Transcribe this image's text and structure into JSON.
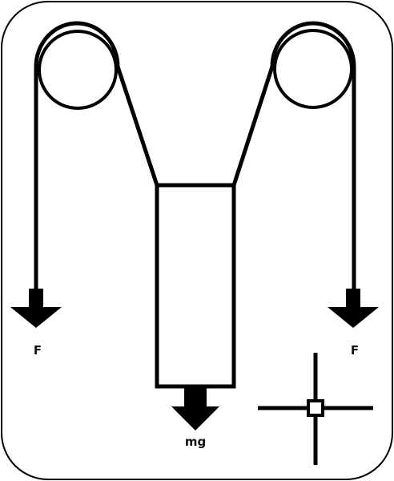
{
  "labels": {
    "left_force": "F",
    "right_force": "F",
    "weight": "mg"
  },
  "colors": {
    "stroke": "#000000",
    "background": "#ffffff"
  },
  "icons": {
    "bottom_right": "move-crosshair-icon"
  }
}
